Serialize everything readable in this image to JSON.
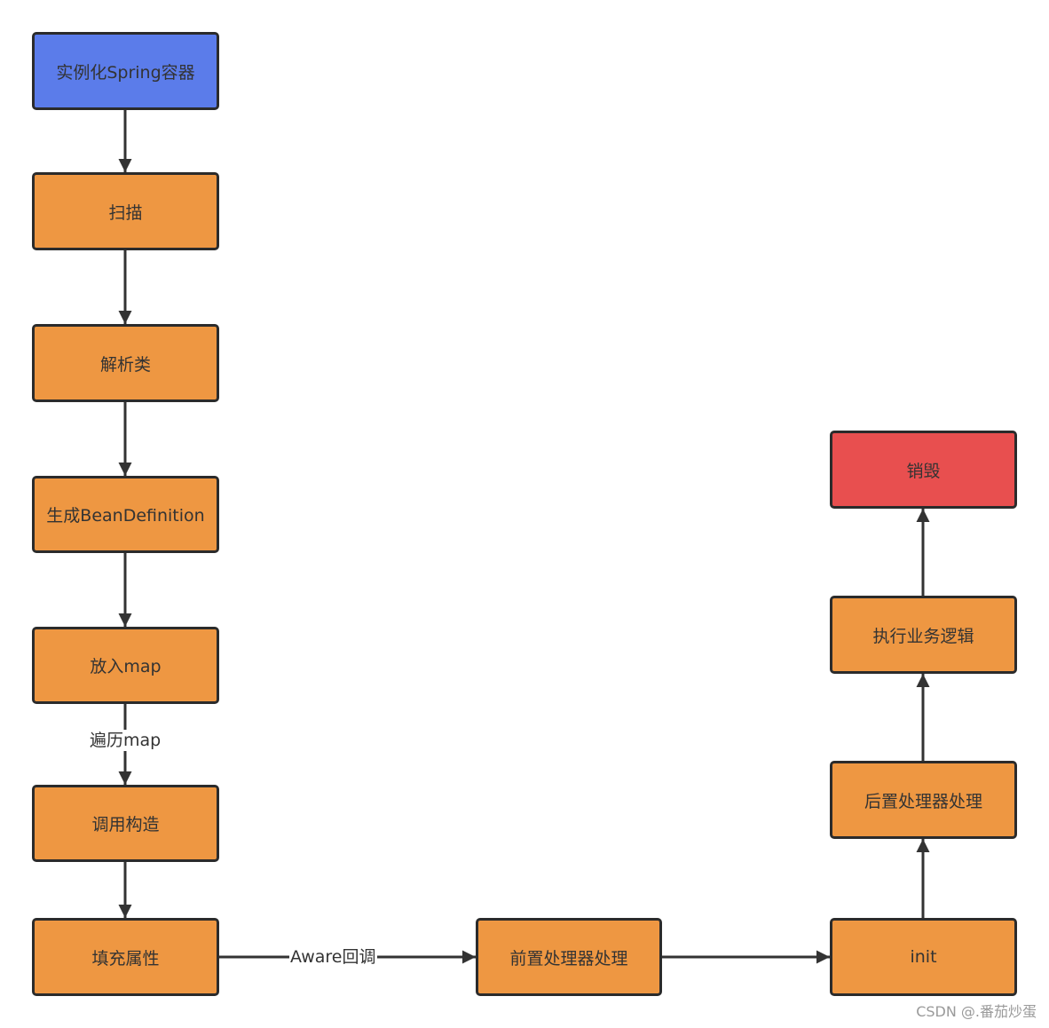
{
  "colors": {
    "start": "#5b7cea",
    "step": "#ee9742",
    "end": "#e84f4f",
    "stroke": "#2b2b2b"
  },
  "nodes": {
    "instantiate": "实例化Spring容器",
    "scan": "扫描",
    "parse": "解析类",
    "gen_bd": "生成BeanDefinition",
    "put_map": "放入map",
    "call_ctor": "调用构造",
    "fill_props": "填充属性",
    "pre_process": "前置处理器处理",
    "init": "init",
    "post_process": "后置处理器处理",
    "business": "执行业务逻辑",
    "destroy": "销毁"
  },
  "edges": {
    "traverse_label": "遍历map",
    "aware_label": "Aware回调"
  },
  "watermark": "CSDN @.番茄炒蛋"
}
